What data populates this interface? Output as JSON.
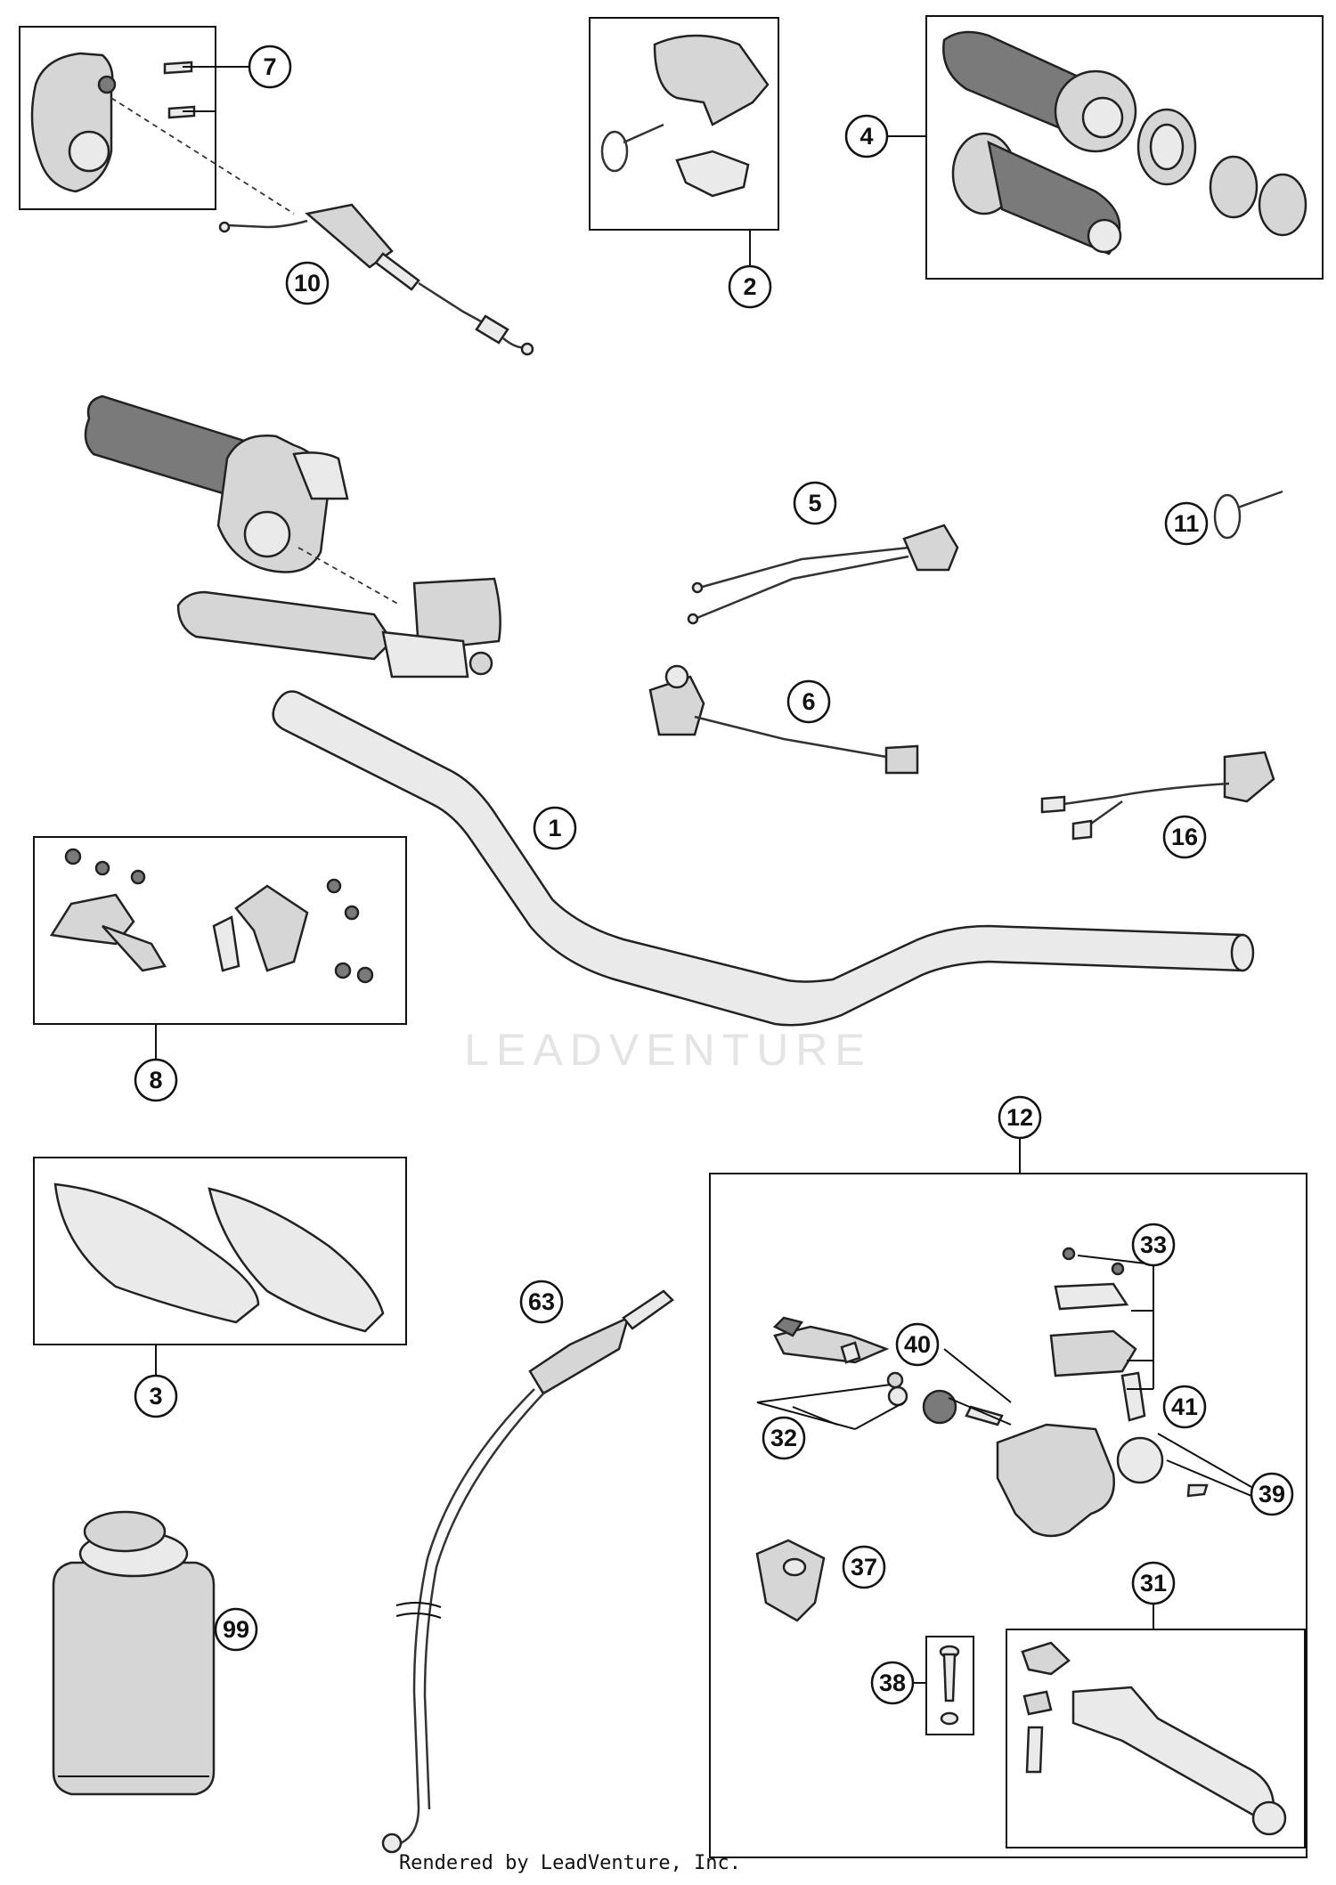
{
  "watermark": "LEADVENTURE",
  "footer": "Rendered by LeadVenture, Inc.",
  "callouts": {
    "c1": "1",
    "c2": "2",
    "c3": "3",
    "c4": "4",
    "c5": "5",
    "c6": "6",
    "c7": "7",
    "c8": "8",
    "c10": "10",
    "c11": "11",
    "c12": "12",
    "c16": "16",
    "c31": "31",
    "c32": "32",
    "c33": "33",
    "c37": "37",
    "c38": "38",
    "c39": "39",
    "c40": "40",
    "c41": "41",
    "c63": "63",
    "c99": "99"
  },
  "colors": {
    "line": "#111111",
    "fill": "#d6d6d6",
    "watermark": "#e4e4e4"
  }
}
